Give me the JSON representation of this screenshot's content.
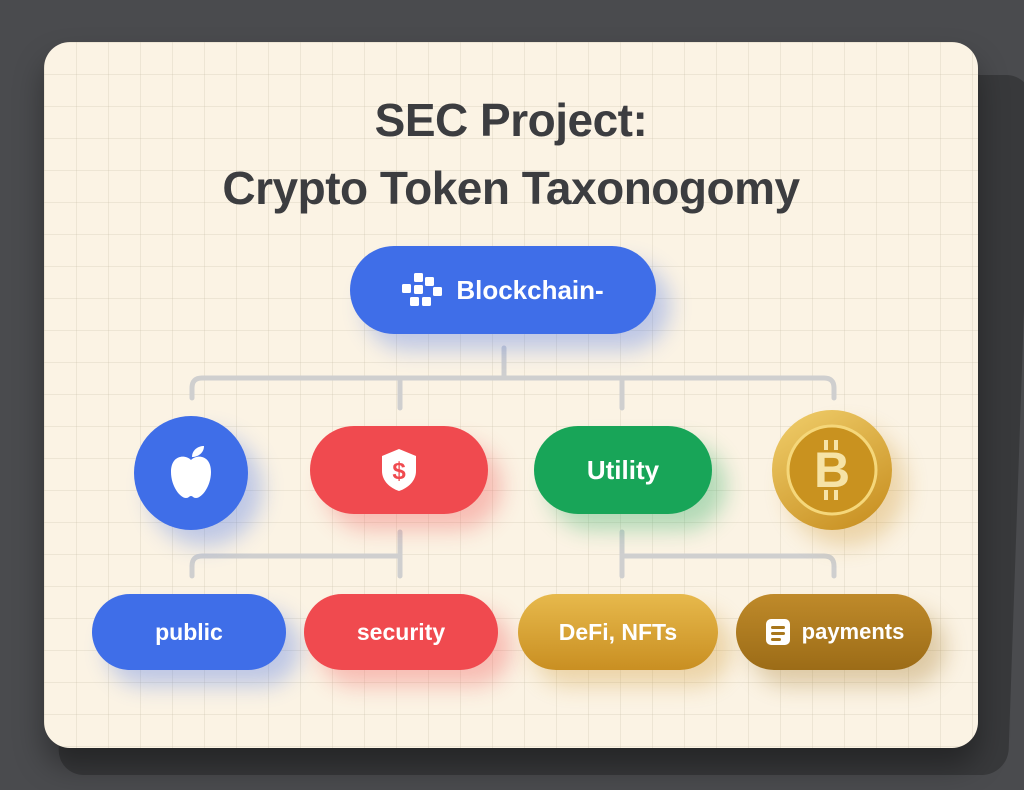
{
  "title": {
    "line1": "SEC Project:",
    "line2": "Crypto Token Taxonogomy"
  },
  "root": {
    "label": "Blockchain-",
    "icon": "blocks-icon"
  },
  "level1": [
    {
      "icon": "apple-icon",
      "color": "#3f6ee8"
    },
    {
      "icon": "shield-dollar-icon",
      "color": "#f04a4f"
    },
    {
      "label": "Utility",
      "color": "#18a558"
    },
    {
      "icon": "bitcoin-coin-icon",
      "color": "#d9a431"
    }
  ],
  "level2": [
    {
      "label": "public",
      "color": "#3f6ee8"
    },
    {
      "label": "security",
      "color": "#f04a4f"
    },
    {
      "label": "DeFi, NFTs",
      "color": "#d9a431"
    },
    {
      "label": "payments",
      "icon": "document-icon",
      "color": "#a8771d"
    }
  ],
  "connector_color": "#cfcfcf"
}
